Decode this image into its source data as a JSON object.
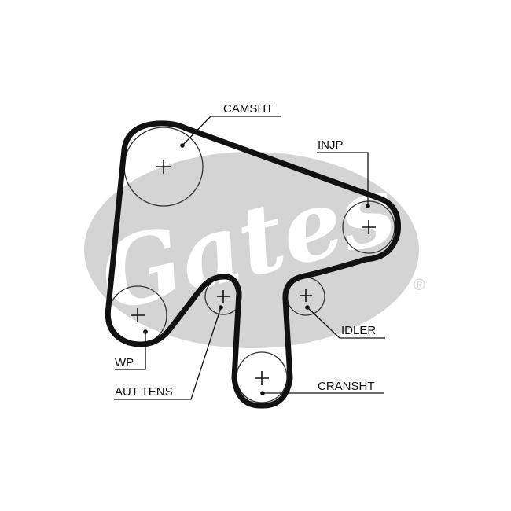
{
  "logo": {
    "text": "Gates",
    "registered_mark": "®",
    "color": "#d4d4d4"
  },
  "belt_color": "#111111",
  "labels": {
    "camsht": "CAMSHT",
    "injp": "INJP",
    "idler": "IDLER",
    "cransht": "CRANSHT",
    "aut_tens": "AUT TENS",
    "wp": "WP"
  }
}
